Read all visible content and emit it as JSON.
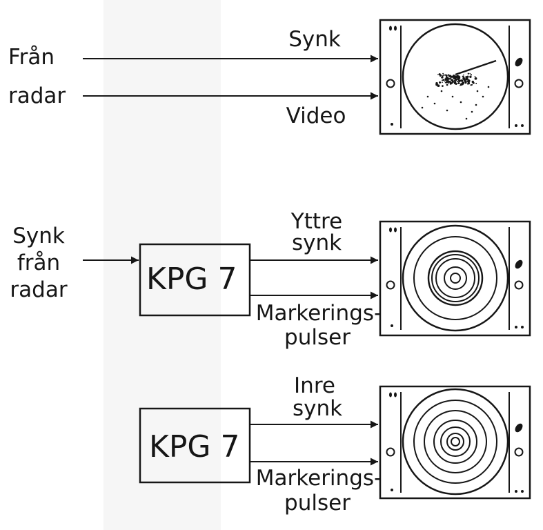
{
  "colors": {
    "ink": "#161616",
    "paper": "#ffffff",
    "shade": "#f4f4f4"
  },
  "section1": {
    "input_label": [
      "Från",
      "radar"
    ],
    "sync_label": "Synk",
    "video_label": "Video"
  },
  "section2": {
    "input_label": [
      "Synk",
      "från",
      "radar"
    ],
    "box_label": "KPG 7",
    "sync_label": [
      "Yttre",
      "synk"
    ],
    "marker_label": [
      "Markerings-",
      "pulser"
    ]
  },
  "section3": {
    "box_label": "KPG 7",
    "sync_label": [
      "Inre",
      "synk"
    ],
    "marker_label": [
      "Markerings-",
      "pulser"
    ]
  }
}
